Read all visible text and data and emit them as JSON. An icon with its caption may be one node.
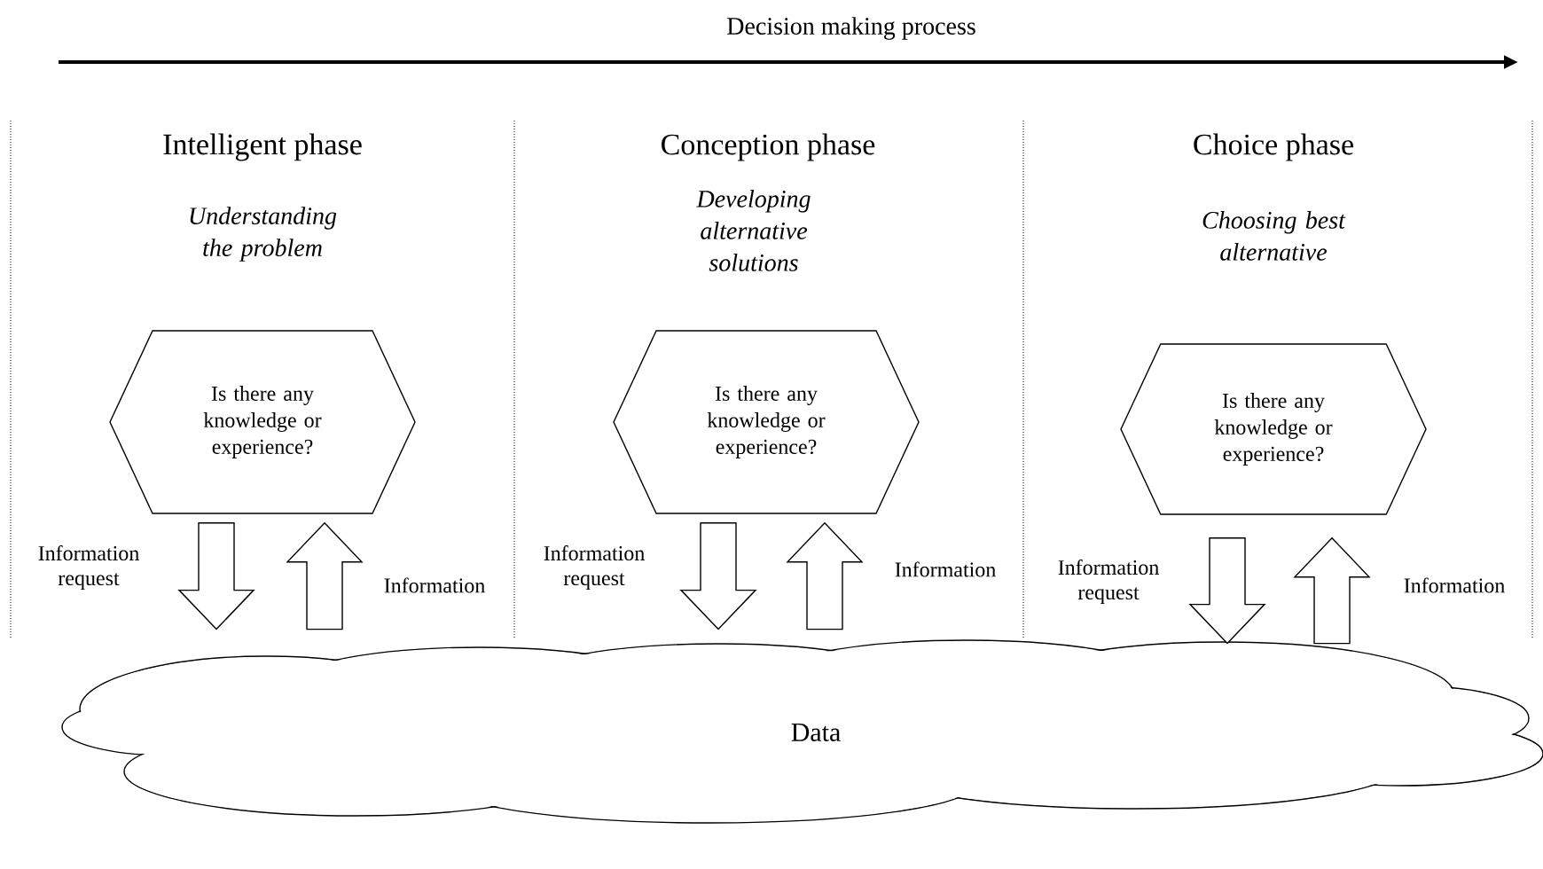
{
  "diagram": {
    "title": "Decision making process",
    "nodes": [
      {
        "text": [
          "Is there any knowledge or experience?"
        ]
      },
      {
        "text": [
          "Is there any knowledge or experience?"
        ]
      },
      {
        "text": [
          "Is there any knowledge or experience?"
        ]
      },
      {
        "text": [
          "Data"
        ]
      }
    ],
    "edges": [
      {
        "from": 0,
        "to": 3,
        "arrow": "to",
        "label": "Information request"
      },
      {
        "from": 3,
        "to": 0,
        "arrow": "to",
        "label": "Information"
      },
      {
        "from": 1,
        "to": 3,
        "arrow": "to",
        "label": "Information request"
      },
      {
        "from": 3,
        "to": 1,
        "arrow": "to",
        "label": "Information"
      },
      {
        "from": 2,
        "to": 3,
        "arrow": "to",
        "label": "Information request"
      },
      {
        "from": 3,
        "to": 2,
        "arrow": "to",
        "label": "Information"
      }
    ],
    "labels": [
      "Intelligent phase",
      "Understanding the problem",
      "Conception phase",
      "Developing alternative solutions",
      "Choice phase",
      "Choosing best alternative"
    ]
  }
}
